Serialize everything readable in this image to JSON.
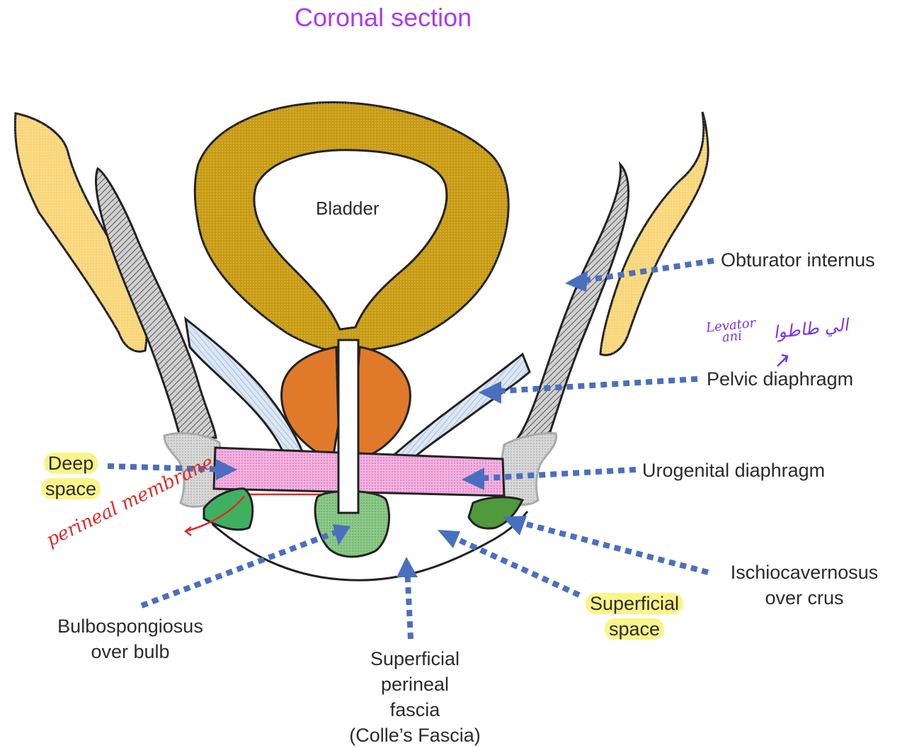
{
  "title": "Coronal section",
  "structures": {
    "bladder": "Bladder"
  },
  "labels": {
    "obturator_internus": "Obturator internus",
    "pelvic_diaphragm": "Pelvic diaphragm",
    "urogenital_diaphragm": "Urogenital diaphragm",
    "deep_space": [
      "Deep",
      "space"
    ],
    "ischiocavernosus": [
      "Ischiocavernosus",
      "over crus"
    ],
    "superficial_space": [
      "Superficial",
      "space"
    ],
    "bulbospongiosus": [
      "Bulbospongiosus",
      "over bulb"
    ],
    "colles_fascia": [
      "Superficial",
      "perineal",
      "fascia",
      "(Colle’s Fascia)"
    ]
  },
  "annotations": {
    "levator_ani": [
      "Levator",
      "ani"
    ],
    "arabic_note": "الي طاطوا",
    "perineal_membrane": "perineal membrane"
  },
  "colors": {
    "title": "#a93bf4",
    "arrow": "#4a6fbf",
    "bladder_wall": "#c89b12",
    "bone": "#f8d67a",
    "muscle_grey": "#bdbdbd",
    "pelvic_diaphragm": "#c9dbef",
    "prostate": "#e07a2a",
    "urogenital_diaphragm": "#f0a9dc",
    "erectile_green": "#7cc07b",
    "highlight": "#fbf48a",
    "annotation_purple": "#7b2ff0",
    "annotation_red": "#e02a2a"
  }
}
